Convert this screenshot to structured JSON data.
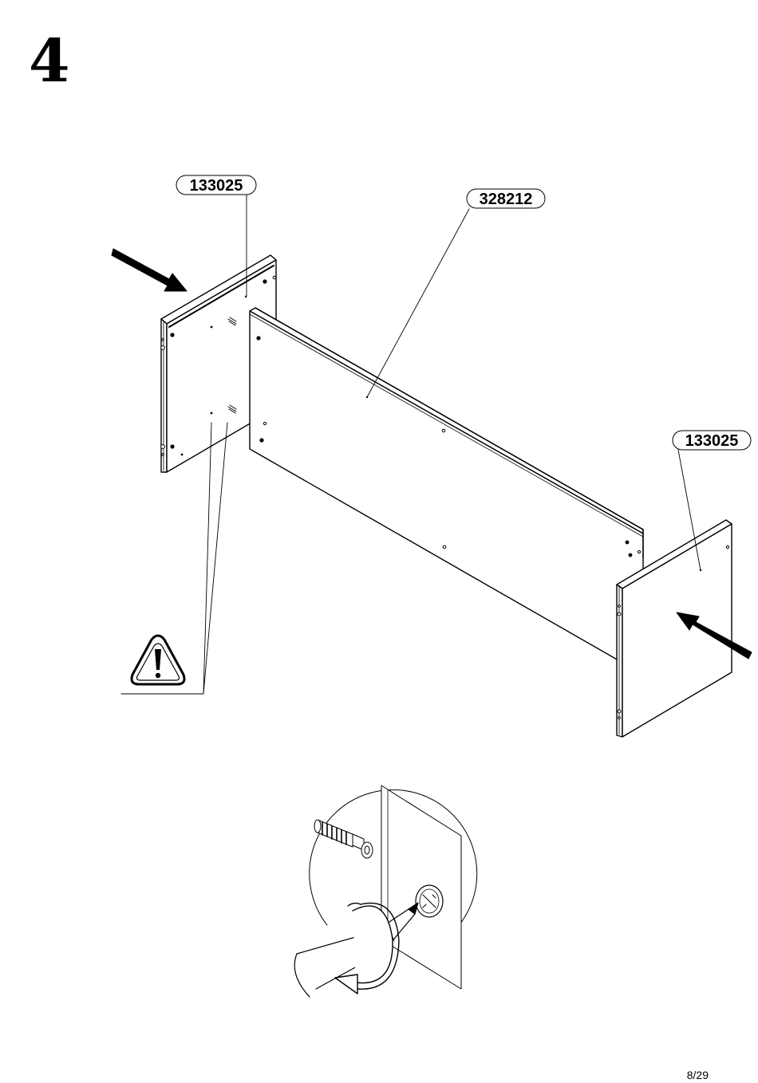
{
  "step": {
    "number": "4"
  },
  "parts": {
    "left_side_panel": "133025",
    "back_panel": "328212",
    "right_side_panel": "133025"
  },
  "warning": {
    "icon": "warning-triangle-icon"
  },
  "detail": {
    "icons": [
      "cam-dowel-icon",
      "cam-lock-icon",
      "screwdriver-icon",
      "rotate-arrow-icon"
    ]
  },
  "footer": {
    "page": "8/29"
  }
}
